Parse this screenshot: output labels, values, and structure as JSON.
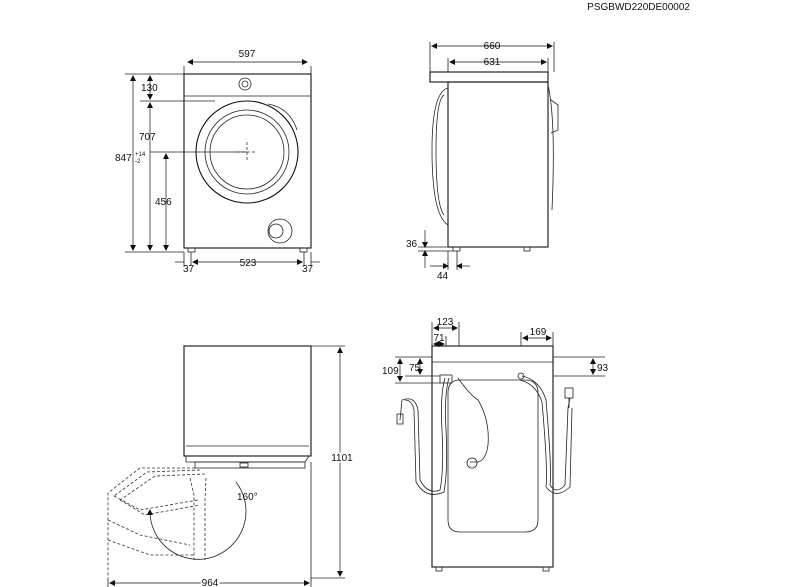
{
  "drawing_code": "PSGBWD220DE00002",
  "front_view": {
    "width": "597",
    "top_offset": "130",
    "height_to_door_top": "707",
    "total_height": "847",
    "total_height_tol_plus": "+14",
    "total_height_tol_minus": "-2",
    "door_center_height": "456",
    "feet_spacing": "523",
    "foot_left_offset": "37",
    "foot_right_offset": "37"
  },
  "side_view": {
    "depth_total": "660",
    "depth_body": "631",
    "foot_height": "36",
    "foot_offset": "44"
  },
  "door_view": {
    "total_depth_open": "964",
    "height": "1101",
    "door_angle": "160°"
  },
  "rear_view": {
    "hose_offset_1": "123",
    "hose_offset_2": "71",
    "right_offset": "169",
    "left_height_1": "109",
    "left_height_2": "75",
    "right_height": "93"
  }
}
